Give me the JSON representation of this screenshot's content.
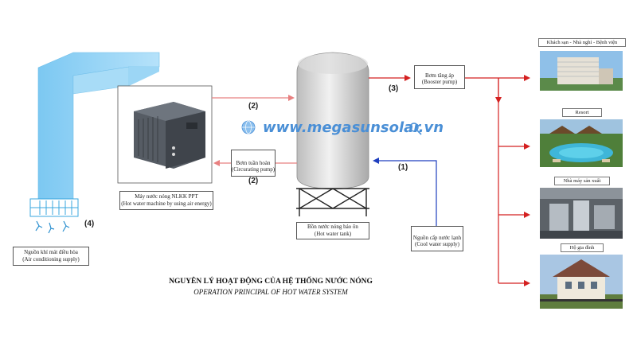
{
  "title": {
    "vi": "NGUYÊN LÝ HOẠT ĐỘNG CỦA HỆ THỐNG NƯỚC NÓNG",
    "en": "OPERATION PRINCIPAL OF HOT WATER SYSTEM"
  },
  "watermark": "www.megasunsolar.vn",
  "heat_pump": {
    "vi": "Máy nước nóng NLKK PPT",
    "en": "(Hot water machine by using air energy)"
  },
  "circulating_pump": {
    "vi": "Bơm tuần hoàn",
    "en": "(Circurating pump)"
  },
  "booster_pump": {
    "vi": "Bơm tăng áp",
    "en": "(Booster pump)"
  },
  "hot_water_tank": {
    "vi": "Bồn nước nóng bảo ôn",
    "en": "(Hot water tank)"
  },
  "cool_water": {
    "vi": "Nguồn cấp nước lạnh",
    "en": "(Cool water supply)"
  },
  "air_conditioning": {
    "vi": "Nguồn khí mát điều hòa",
    "en": "(Air conditioning supply)"
  },
  "numbers": {
    "n1": "(1)",
    "n2_top": "(2)",
    "n2_bottom": "(2)",
    "n3": "(3)",
    "n4": "(4)"
  },
  "destinations": [
    {
      "label": "Khách sạn - Nhà nghỉ - Bệnh viện",
      "icon": "hotel-photo"
    },
    {
      "label": "Resort",
      "icon": "resort-photo"
    },
    {
      "label": "Nhà máy sản xuất",
      "icon": "factory-photo"
    },
    {
      "label": "Hộ gia đình",
      "icon": "house-photo"
    }
  ],
  "colors": {
    "hot_line": "#d42020",
    "cold_line": "#1f3fbf",
    "return_line": "#e88080",
    "air_duct": "#8fd0f5",
    "tank": "#d8d8d8",
    "heat_pump_body": "#4a5058"
  }
}
